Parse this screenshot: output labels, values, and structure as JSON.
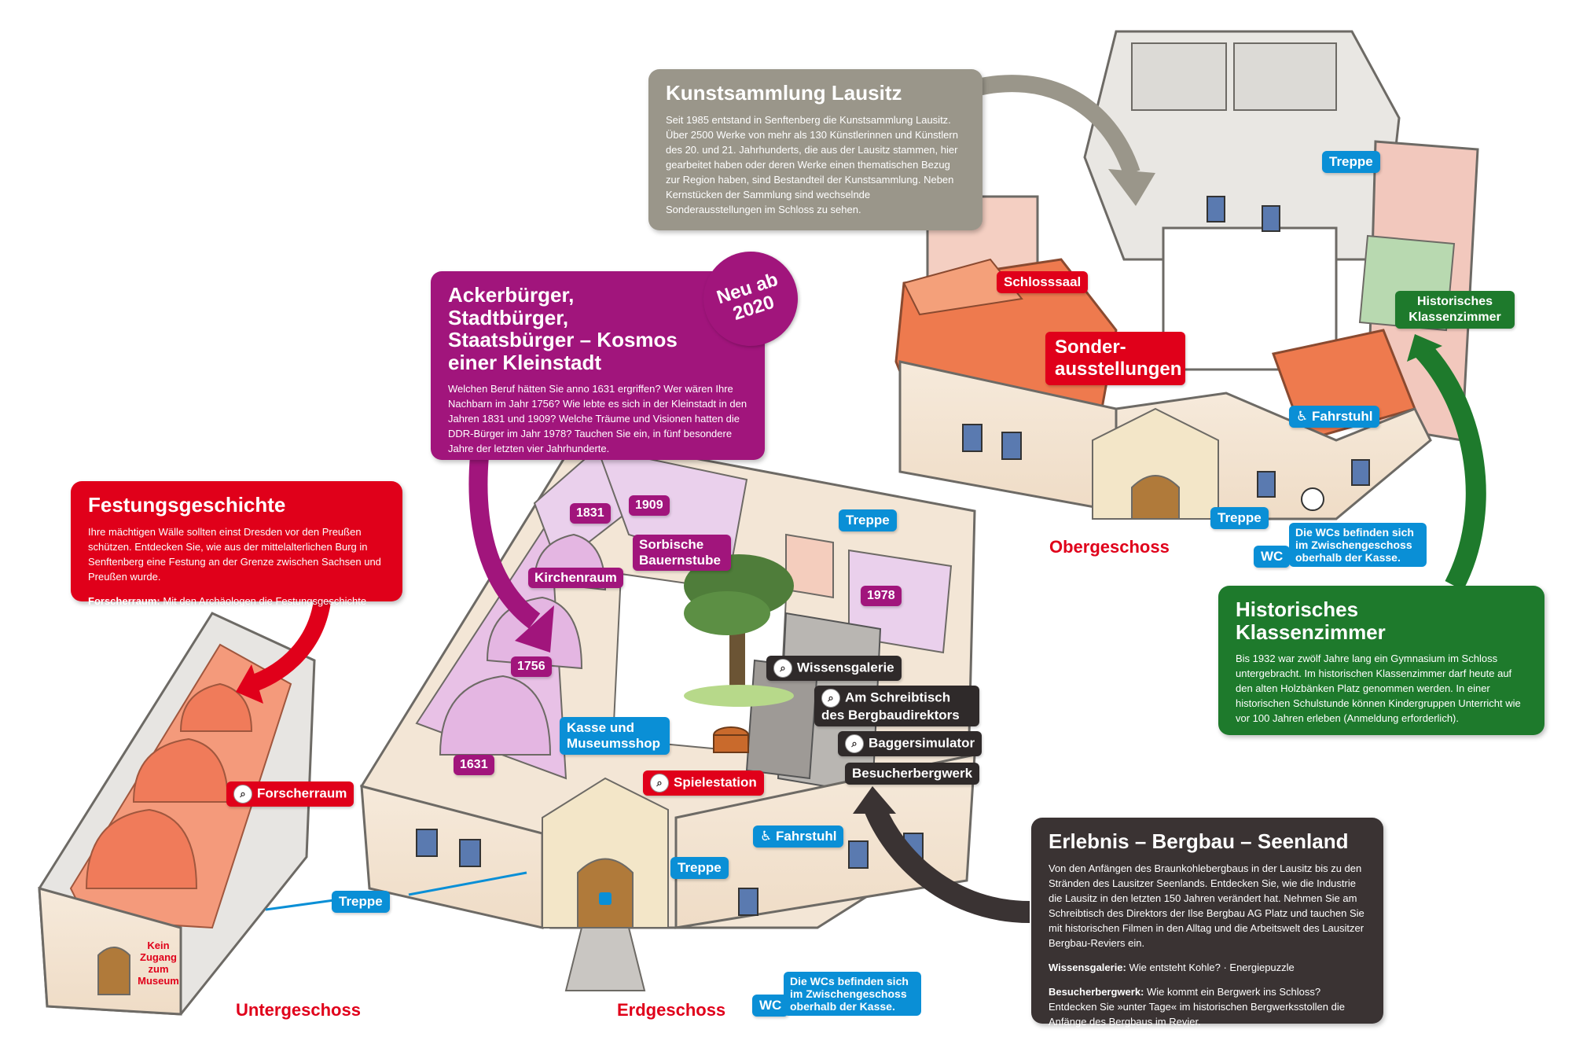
{
  "kunstsammlung": {
    "title": "Kunstsammlung Lausitz",
    "text": "Seit 1985 entstand in Senftenberg die Kunstsammlung Lausitz. Über 2500 Werke von mehr als 130 Künstlerinnen und Künstlern des 20. und 21. Jahrhunderts, die aus der Lausitz stammen, hier gearbeitet haben oder deren Werke einen thematischen Bezug zur Region haben, sind Bestandteil der Kunstsammlung. Neben Kernstücken der Sammlung sind wechselnde Sonderausstellungen im Schloss zu sehen."
  },
  "ackerbuerger": {
    "title": "Ackerbürger, Stadtbürger, Staatsbürger – Kosmos einer Kleinstadt",
    "text": "Welchen Beruf hätten Sie anno 1631 ergriffen? Wer wären Ihre Nachbarn im Jahr 1756? Wie lebte es sich in der Kleinstadt in den Jahren 1831 und 1909? Welche Träume und Visionen hatten die DDR-Bürger im Jahr 1978? Tauchen Sie ein, in fünf besondere Jahre der letzten vier Jahrhunderte.",
    "badge": "Neu ab 2020"
  },
  "festung": {
    "title": "Festungsgeschichte",
    "text": "Ihre mächtigen Wälle sollten einst Dresden vor den Preußen schützen. Entdecken Sie, wie aus der mittelalterlichen Burg in Senftenberg eine Festung an der Grenze zwischen Sachsen und Preußen wurde.",
    "extra_label": "Forscherraum:",
    "extra_text": "Mit den Archäologen die Festungsgeschichte entdecken"
  },
  "klassen": {
    "title": "Historisches Klassenzimmer",
    "text": "Bis 1932 war zwölf Jahre lang ein Gymnasium im Schloss untergebracht. Im historischen Klassenzimmer darf heute auf den alten Holzbänken Platz genommen werden. In einer historischen Schulstunde können Kindergruppen Unterricht wie vor 100 Jahren erleben (Anmeldung erforderlich)."
  },
  "bergbau": {
    "title": "Erlebnis – Bergbau – Seenland",
    "text": "Von den Anfängen des Braunkohlebergbaus in der Lausitz bis zu den Stränden des Lausitzer Seenlands. Entdecken Sie, wie die Industrie die Lausitz in den letzten 150 Jahren verändert hat. Nehmen Sie am Schreibtisch des Direktors der Ilse Bergbau AG Platz und tauchen Sie mit historischen Filmen in den Alltag und die Arbeitswelt des Lausitzer Bergbau-Reviers ein.",
    "w_label": "Wissensgalerie:",
    "w_text": "Wie entsteht Kohle? · Energiepuzzle",
    "b_label": "Besucherbergwerk:",
    "b_text": "Wie kommt ein Bergwerk ins Schloss? Entdecken Sie »unter Tage« im historischen Bergwerksstollen die Anfänge des Bergbaus im Revier."
  },
  "labels": {
    "treppe": "Treppe",
    "fahrstuhl": "Fahrstuhl",
    "schlosssaal": "Schlosssaal",
    "sonder": "Sonder-ausstellungen",
    "hist_klassen": "Historisches Klassenzimmer",
    "wc": "WC",
    "wc_note": "Die WCs befinden sich im Zwischengeschoss oberhalb der Kasse.",
    "forscherraum": "Forscherraum",
    "kirchenraum": "Kirchenraum",
    "bauernstube": "Sorbische Bauernstube",
    "kasse": "Kasse und Museumsshop",
    "spielestation": "Spielestation",
    "wissensgalerie": "Wissensgalerie",
    "schreibtisch": "Am Schreibtisch des Bergbaudirektors",
    "bagger": "Baggersimulator",
    "besucherbergwerk": "Besucherbergwerk",
    "kein_zugang": "Kein Zugang zum Museum",
    "y1831": "1831",
    "y1909": "1909",
    "y1978": "1978",
    "y1756": "1756",
    "y1631": "1631"
  },
  "floors": {
    "ober": "Obergeschoss",
    "erd": "Erdgeschoss",
    "unter": "Untergeschoss"
  },
  "colors": {
    "grey": "#9a968a",
    "magenta": "#a1157c",
    "red": "#e0001a",
    "green": "#1e7a2c",
    "dark": "#3a3333",
    "blue": "#0a8fd6"
  }
}
